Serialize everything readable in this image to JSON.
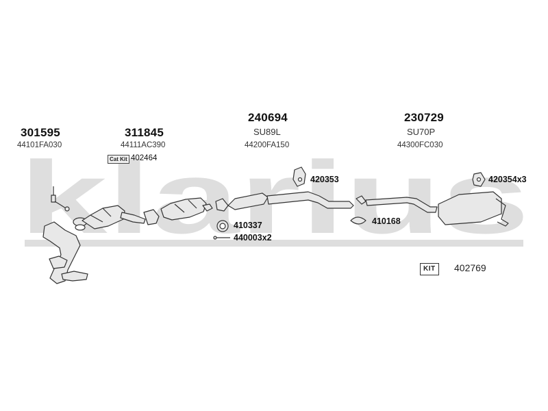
{
  "watermark": "klarius",
  "parts": [
    {
      "key": "p301595",
      "number": "301595",
      "oem": "44101FA030"
    },
    {
      "key": "p311845",
      "number": "311845",
      "oem": "44111AC390"
    },
    {
      "key": "p240694",
      "number": "240694",
      "ref": "SU89L",
      "oem": "44200FA150"
    },
    {
      "key": "p230729",
      "number": "230729",
      "ref": "SU70P",
      "oem": "44300FC030"
    }
  ],
  "catkit": {
    "badge": "Cat Kit",
    "number": "402464"
  },
  "fittings": {
    "f420353": "420353",
    "f410337": "410337",
    "f440003": "440003x2",
    "f410168": "410168",
    "f420354": "420354x3"
  },
  "kit": {
    "badge": "KIT",
    "number": "402769"
  },
  "colors": {
    "watermark": "#dedede",
    "line": "#333333",
    "fill": "#e4e4e4"
  }
}
